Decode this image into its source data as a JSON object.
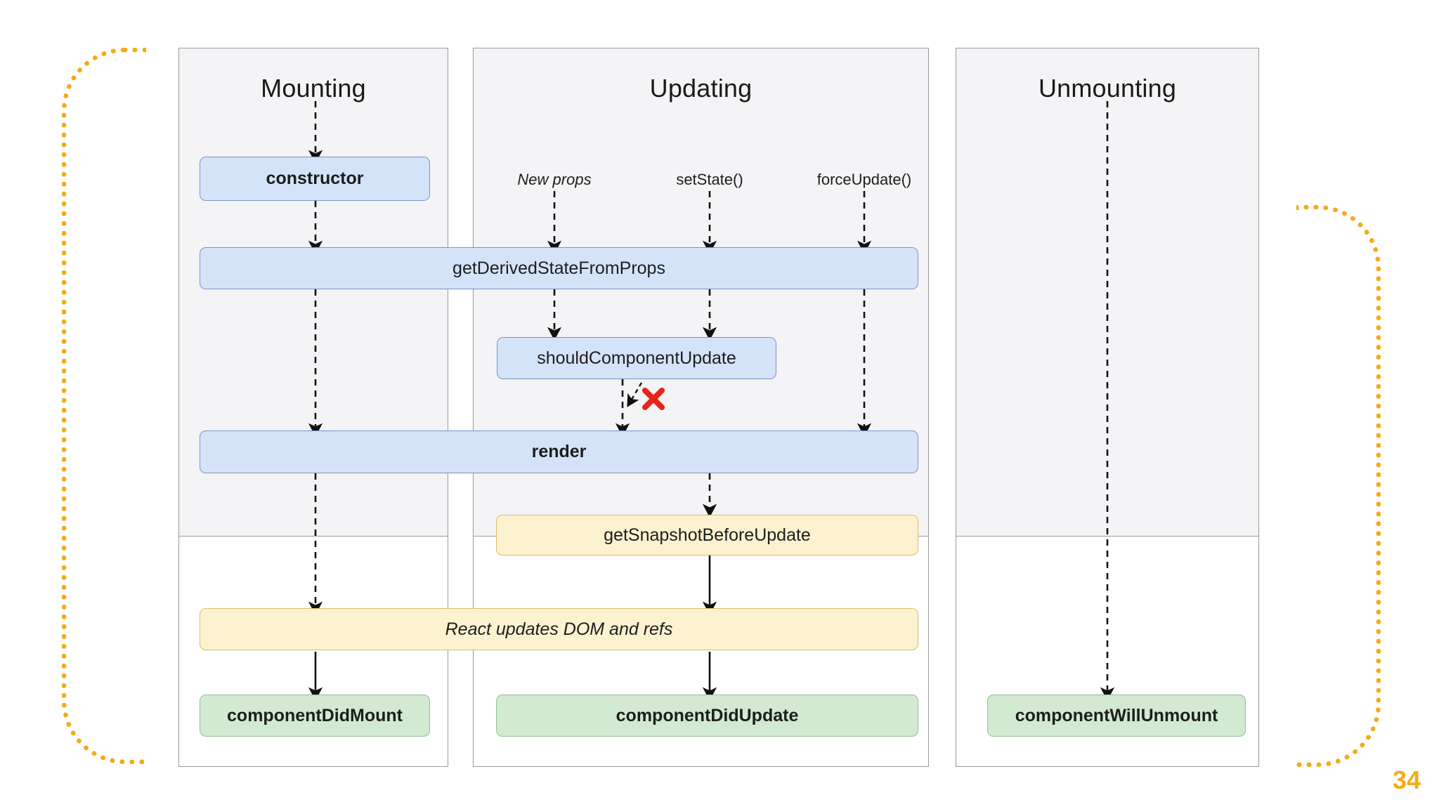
{
  "slide": {
    "page_number": "34",
    "accent_color": "#f5ab18"
  },
  "columns": [
    {
      "id": "mounting",
      "title": "Mounting"
    },
    {
      "id": "updating",
      "title": "Updating"
    },
    {
      "id": "unmounting",
      "title": "Unmounting"
    }
  ],
  "triggers": [
    {
      "id": "new-props",
      "label": "New props",
      "style": "italic"
    },
    {
      "id": "set-state",
      "label": "setState()",
      "style": "normal"
    },
    {
      "id": "force-update",
      "label": "forceUpdate()",
      "style": "normal"
    }
  ],
  "boxes": [
    {
      "id": "constructor",
      "label": "constructor",
      "color": "blue",
      "weight": "bold",
      "phase": "render"
    },
    {
      "id": "get-derived-state-from-props",
      "label": "getDerivedStateFromProps",
      "color": "blue",
      "weight": "normal",
      "phase": "render"
    },
    {
      "id": "should-component-update",
      "label": "shouldComponentUpdate",
      "color": "blue",
      "weight": "normal",
      "phase": "render"
    },
    {
      "id": "render",
      "label": "render",
      "color": "blue",
      "weight": "bold",
      "phase": "render"
    },
    {
      "id": "get-snapshot-before-update",
      "label": "getSnapshotBeforeUpdate",
      "color": "yellow",
      "weight": "normal",
      "phase": "pre-commit"
    },
    {
      "id": "react-updates-dom-and-refs",
      "label": "React updates DOM and refs",
      "color": "yellow",
      "weight": "italic",
      "phase": "commit"
    },
    {
      "id": "component-did-mount",
      "label": "componentDidMount",
      "color": "green",
      "weight": "bold",
      "phase": "commit"
    },
    {
      "id": "component-did-update",
      "label": "componentDidUpdate",
      "color": "green",
      "weight": "bold",
      "phase": "commit"
    },
    {
      "id": "component-will-unmount",
      "label": "componentWillUnmount",
      "color": "green",
      "weight": "bold",
      "phase": "commit"
    }
  ],
  "annotations": [
    {
      "id": "skip-render-x",
      "symbol": "✖",
      "color": "#e8231b",
      "meaning": "render is skipped when shouldComponentUpdate returns false"
    }
  ],
  "legend_colors": {
    "render_phase": "#d5e3f8",
    "commit_phase": "#fdf2cf",
    "lifecycle_hook": "#d2e9d2"
  }
}
